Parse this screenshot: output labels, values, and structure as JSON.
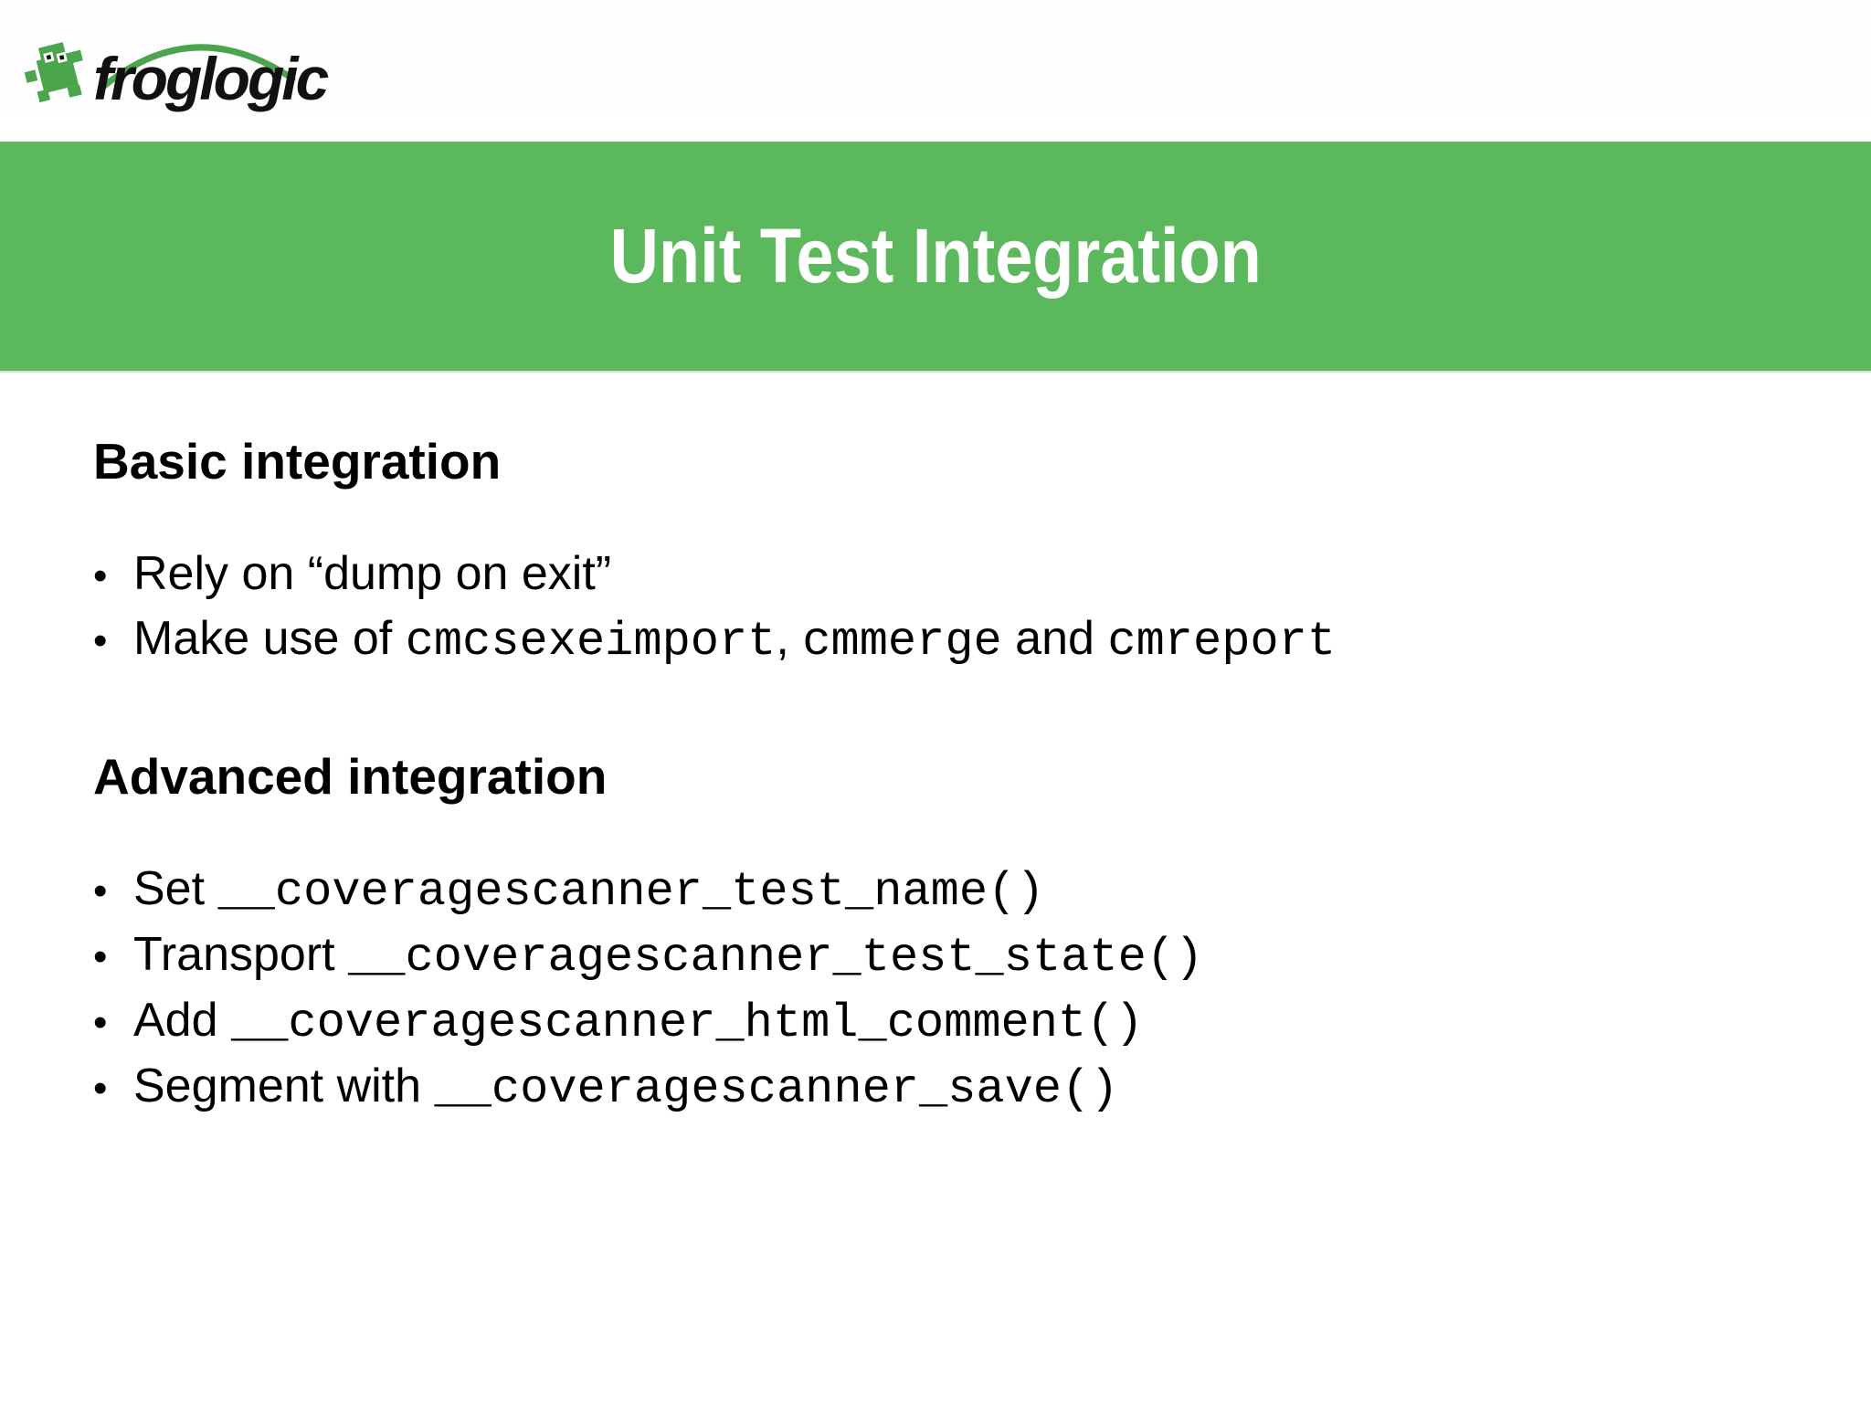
{
  "logo": {
    "text": "froglogic"
  },
  "title": "Unit Test Integration",
  "bullet_glyph": "•",
  "colors": {
    "band_green": "#5cb85c",
    "logo_green": "#4aa54c",
    "text": "#000000"
  },
  "sections": [
    {
      "heading": "Basic integration",
      "bullets": [
        [
          {
            "t": "text",
            "v": "Rely on “dump on exit”"
          }
        ],
        [
          {
            "t": "text",
            "v": "Make use of "
          },
          {
            "t": "code",
            "v": "cmcsexeimport"
          },
          {
            "t": "text",
            "v": ", "
          },
          {
            "t": "code",
            "v": "cmmerge"
          },
          {
            "t": "text",
            "v": " and "
          },
          {
            "t": "code",
            "v": "cmreport"
          }
        ]
      ]
    },
    {
      "heading": "Advanced integration",
      "bullets": [
        [
          {
            "t": "text",
            "v": "Set "
          },
          {
            "t": "code",
            "v": "__coveragescanner_test_name()"
          }
        ],
        [
          {
            "t": "text",
            "v": "Transport "
          },
          {
            "t": "code",
            "v": "__coveragescanner_test_state()"
          }
        ],
        [
          {
            "t": "text",
            "v": "Add "
          },
          {
            "t": "code",
            "v": "__coveragescanner_html_comment()"
          }
        ],
        [
          {
            "t": "text",
            "v": "Segment with "
          },
          {
            "t": "code",
            "v": "__coveragescanner_save()"
          }
        ]
      ]
    }
  ]
}
